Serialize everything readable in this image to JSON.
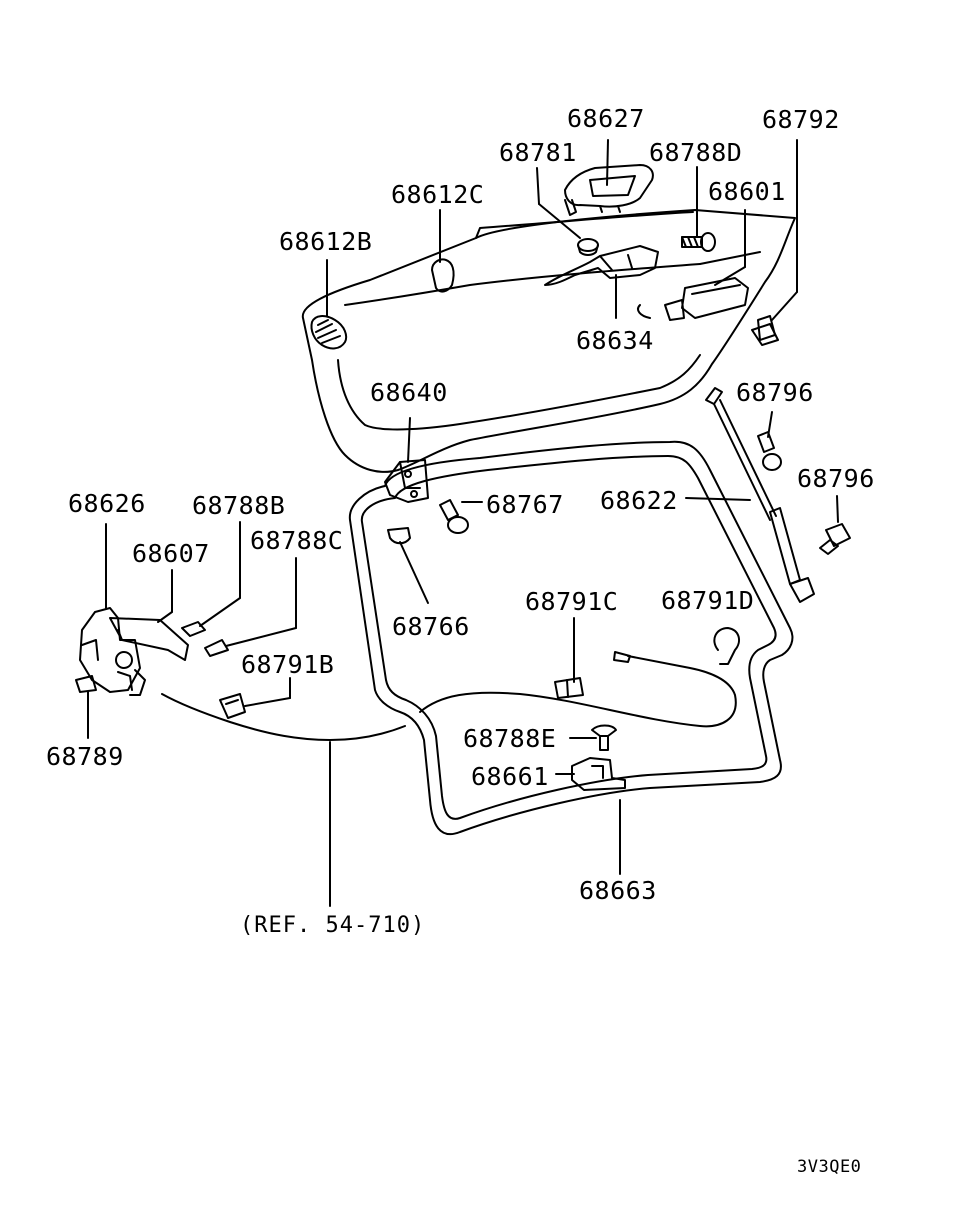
{
  "diagram": {
    "labels": {
      "p68627": "68627",
      "p68792": "68792",
      "p68781": "68781",
      "p68788D": "68788D",
      "p68612C": "68612C",
      "p68601": "68601",
      "p68612B": "68612B",
      "p68634": "68634",
      "p68640": "68640",
      "p68796a": "68796",
      "p68796b": "68796",
      "p68626": "68626",
      "p68788B": "68788B",
      "p68767": "68767",
      "p68622": "68622",
      "p68607": "68607",
      "p68788C": "68788C",
      "p68766": "68766",
      "p68791C": "68791C",
      "p68791D": "68791D",
      "p68791B": "68791B",
      "p68788E": "68788E",
      "p68789": "68789",
      "p68661": "68661",
      "p68663": "68663"
    },
    "reference": "(REF. 54-710)",
    "drawing_code": "3V3QE0"
  },
  "colors": {
    "ink": "#000000",
    "paper": "#ffffff"
  }
}
